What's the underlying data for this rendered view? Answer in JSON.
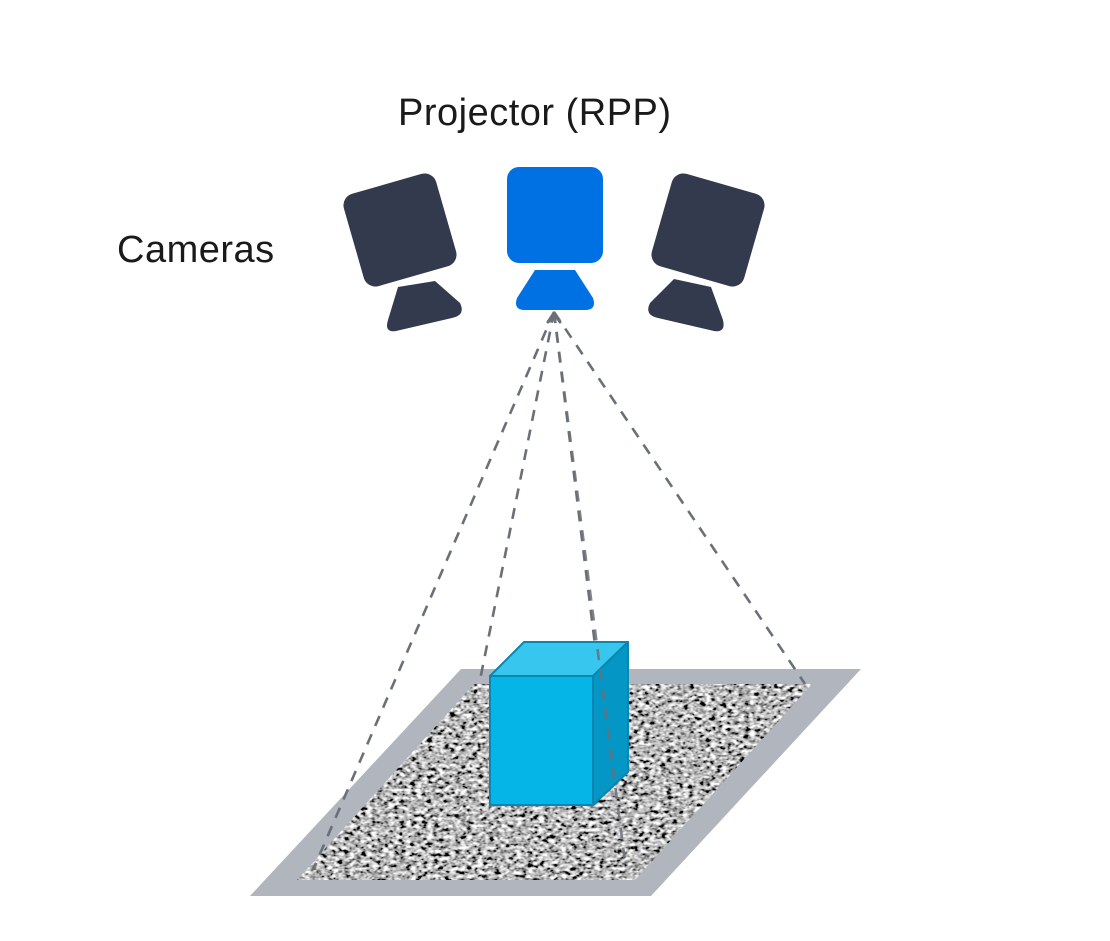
{
  "labels": {
    "projector": "Projector (RPP)",
    "cameras": "Cameras"
  },
  "colors": {
    "camera": "#333a4d",
    "projector": "#0071e3",
    "cube_front": "#05b5e8",
    "cube_top": "#36c6ee",
    "cube_side": "#0496c4",
    "cube_edge": "#0a86b0",
    "platform_border": "#b1b5bd",
    "dash_line": "#6b7078"
  },
  "elements": {
    "cameras": [
      {
        "name": "left-camera"
      },
      {
        "name": "right-camera"
      }
    ],
    "projector": {
      "name": "projector"
    },
    "object": {
      "name": "cube"
    },
    "surface": {
      "name": "speckle-pattern-platform"
    },
    "rays": 5
  }
}
